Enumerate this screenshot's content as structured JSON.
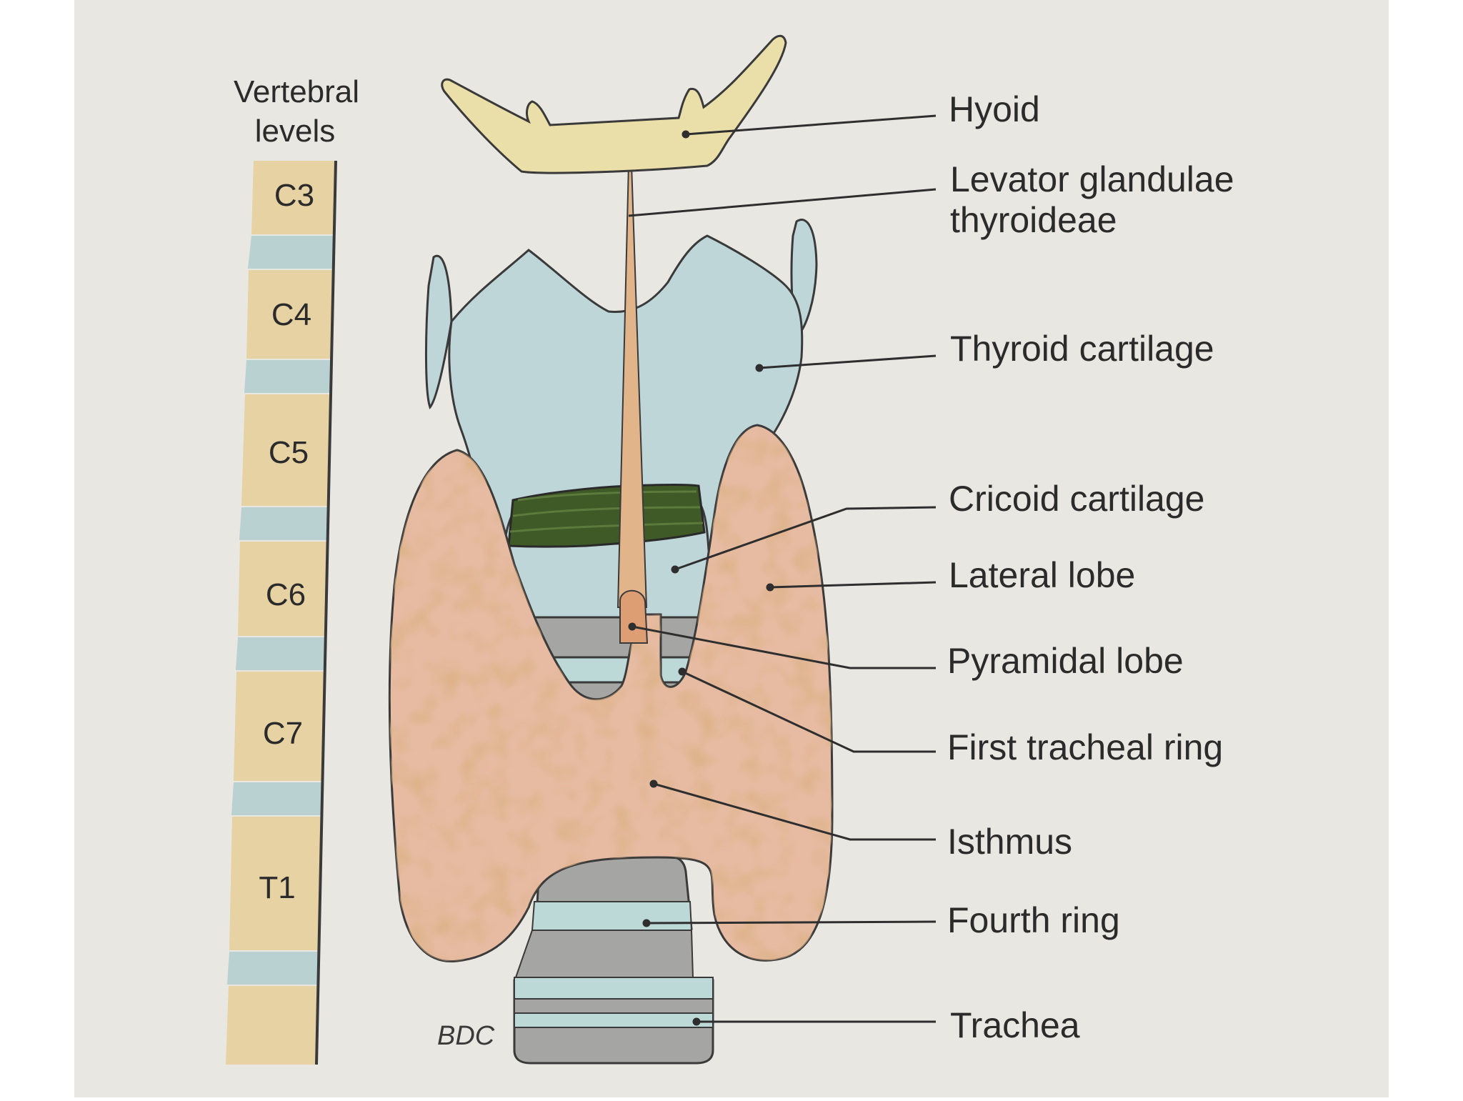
{
  "vertebral_column": {
    "title_line1": "Vertebral",
    "title_line2": "levels",
    "levels": [
      "C3",
      "C4",
      "C5",
      "C6",
      "C7",
      "T1"
    ]
  },
  "labels": {
    "hyoid": "Hyoid",
    "levator_line1": "Levator glandulae",
    "levator_line2": "thyroideae",
    "thyroid_cartilage": "Thyroid cartilage",
    "cricoid_cartilage": "Cricoid cartilage",
    "lateral_lobe": "Lateral lobe",
    "pyramidal_lobe": "Pyramidal lobe",
    "first_tracheal_ring": "First tracheal ring",
    "isthmus": "Isthmus",
    "fourth_ring": "Fourth ring",
    "trachea": "Trachea"
  },
  "signature": "BDC",
  "colors": {
    "paper": "#e9e7e2",
    "vertebra": "#e6d2a2",
    "disc": "#b9d1d0",
    "hyoid": "#eadfa8",
    "cartilage": "#bfd6d9",
    "cricoid_band": "#3f5a26",
    "thyroid_gland": "#e7bba2",
    "gland_mottle": "#c98a5c",
    "ring_grey": "#a5a5a3",
    "ring_light": "#bcd9d7",
    "outline": "#3a3a3a",
    "text": "#2b2b2b"
  }
}
